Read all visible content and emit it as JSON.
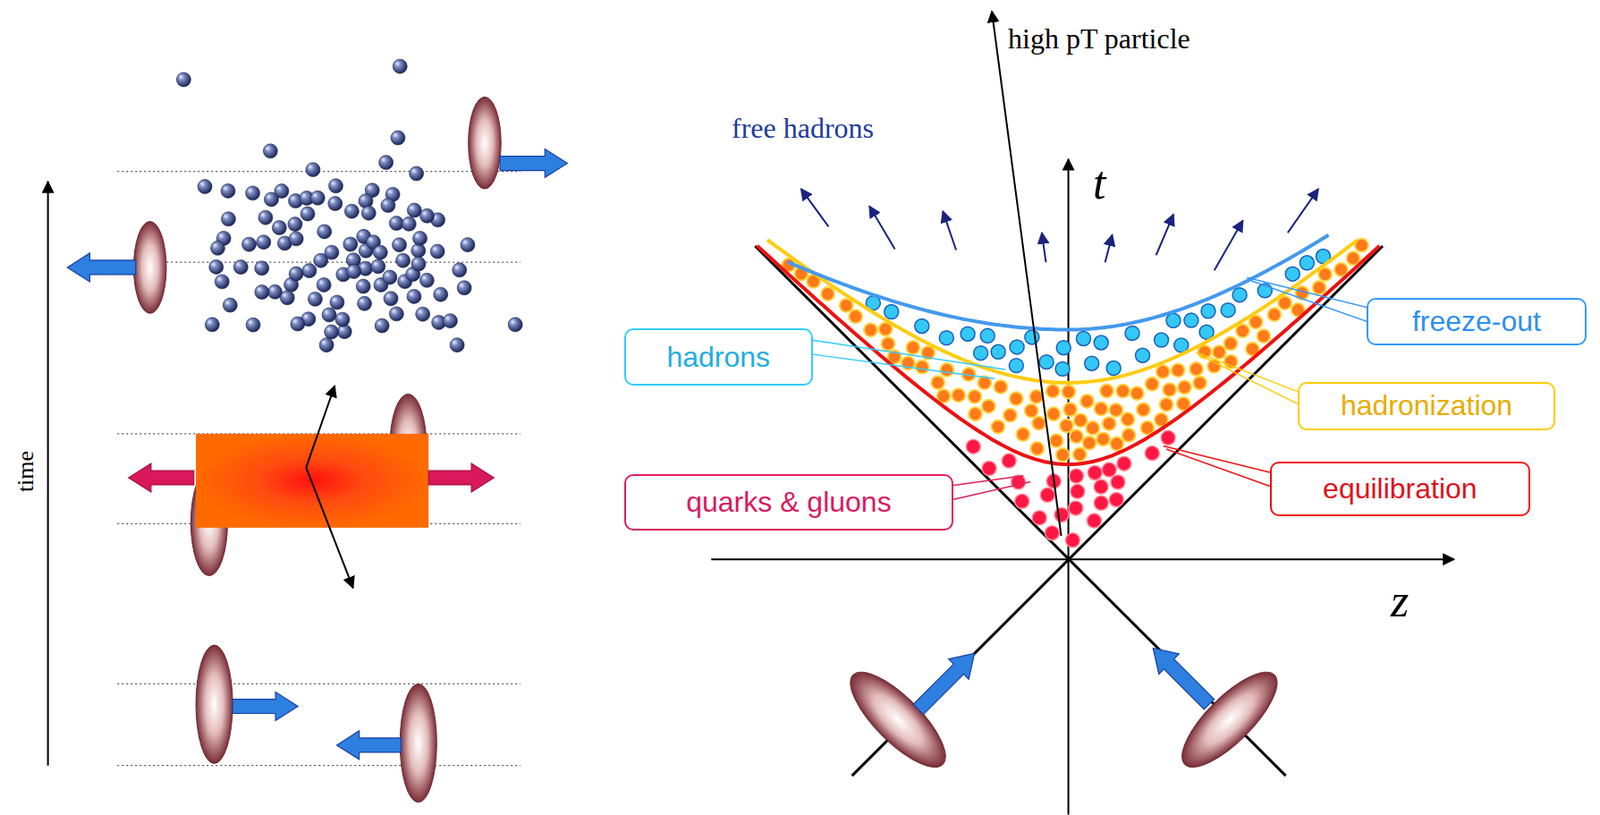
{
  "diagram": {
    "nodes": [
      {
        "text": [
          "freeze-out"
        ]
      },
      {
        "text": [
          "hadrons"
        ]
      },
      {
        "text": [
          "hadronization"
        ]
      },
      {
        "text": [
          "equilibration"
        ]
      },
      {
        "text": [
          "quarks & gluons"
        ]
      }
    ],
    "labels": [
      "high pT particle",
      "free hadrons",
      "t",
      "time",
      "z"
    ]
  }
}
